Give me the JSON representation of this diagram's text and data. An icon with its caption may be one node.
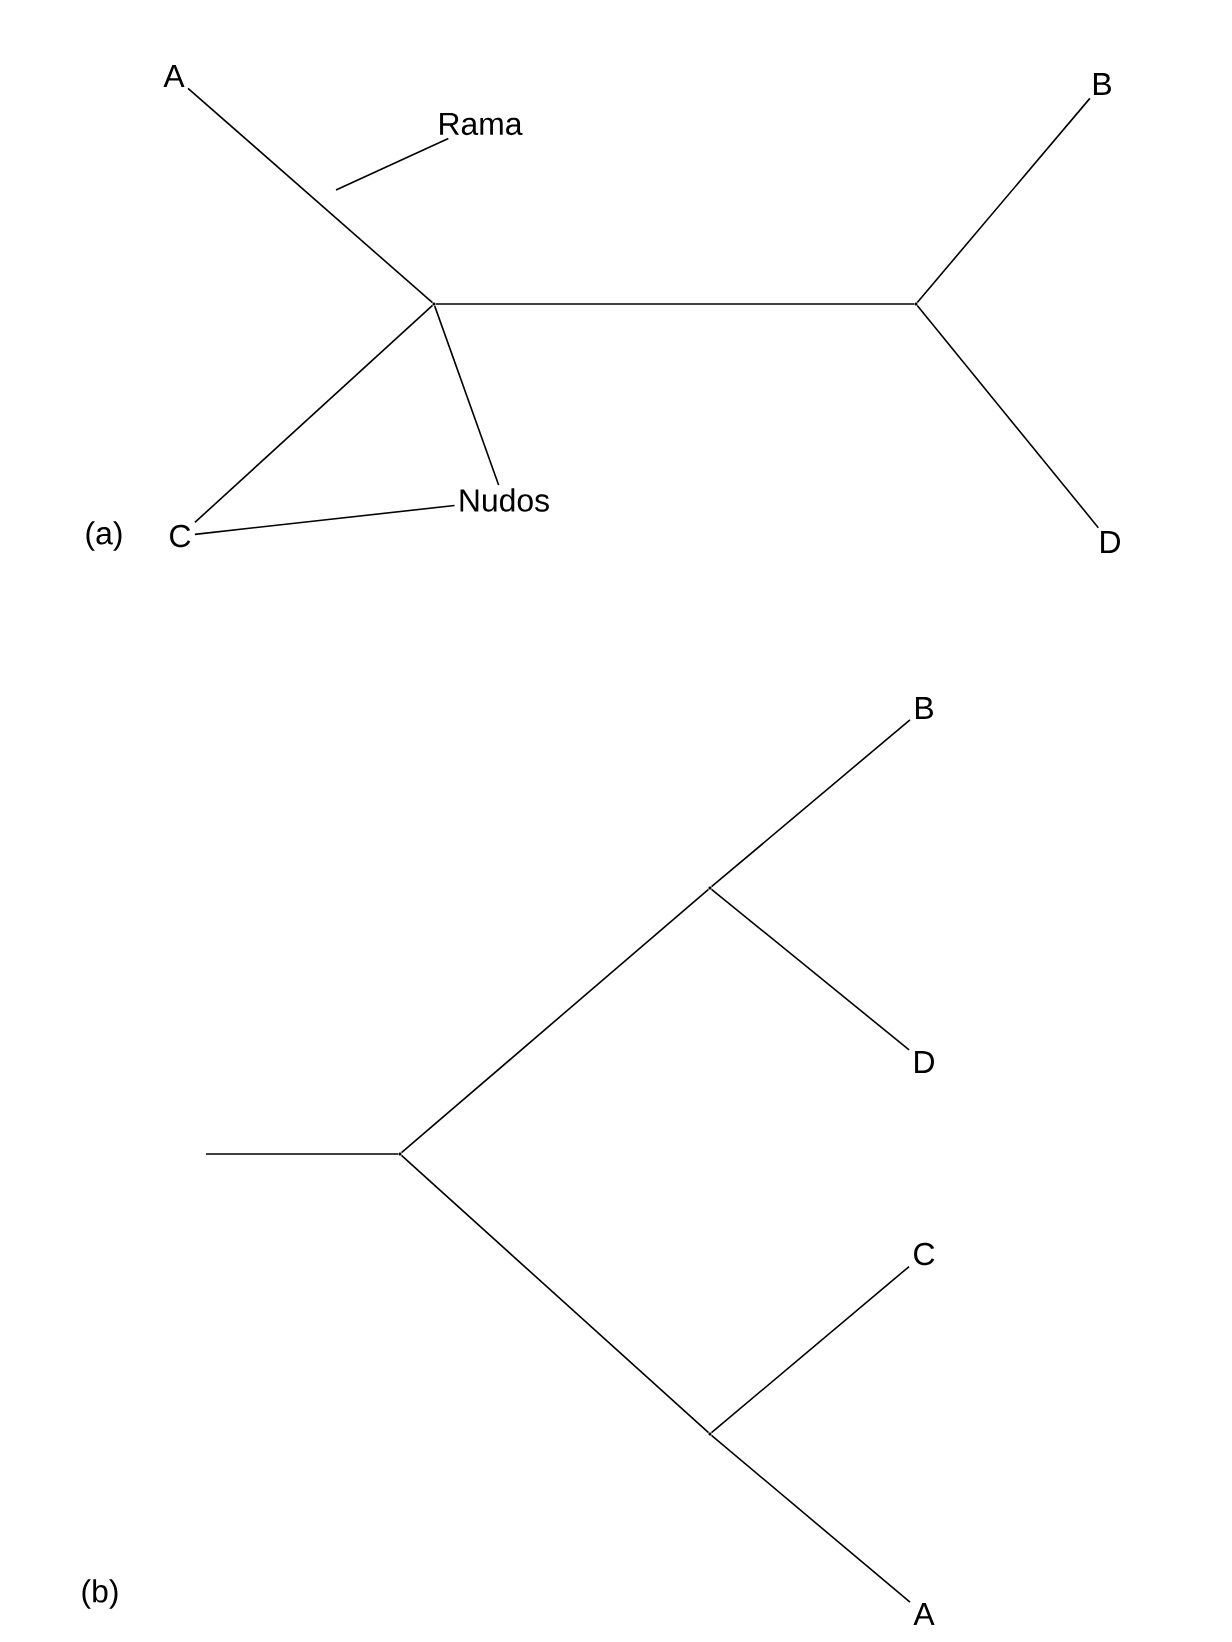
{
  "diagram": {
    "nodes": [
      {
        "text": [
          "A"
        ]
      },
      {
        "text": [
          "Rama"
        ]
      },
      {
        "text": [
          "B"
        ]
      },
      {
        "text": [],
        "shape": "point"
      },
      {
        "text": [],
        "shape": "point"
      },
      {
        "text": [
          "Nudos"
        ]
      },
      {
        "text": [
          "C"
        ]
      },
      {
        "text": [
          "D"
        ]
      },
      {
        "text": [
          "B"
        ]
      },
      {
        "text": [],
        "shape": "point"
      },
      {
        "text": [
          "D"
        ]
      },
      {
        "text": [],
        "shape": "point"
      },
      {
        "text": [
          "C"
        ]
      },
      {
        "text": [],
        "shape": "point"
      },
      {
        "text": [
          "A"
        ]
      }
    ],
    "edges": [
      {
        "from": 0,
        "to": 3,
        "arrow": "none"
      },
      {
        "from": 1,
        "to": null,
        "arrow": "none"
      },
      {
        "from": 3,
        "to": 4,
        "arrow": "none"
      },
      {
        "from": 4,
        "to": 2,
        "arrow": "none"
      },
      {
        "from": 3,
        "to": 6,
        "arrow": "none"
      },
      {
        "from": 5,
        "to": 3,
        "arrow": "none"
      },
      {
        "from": 5,
        "to": 6,
        "arrow": "none"
      },
      {
        "from": 4,
        "to": 7,
        "arrow": "none"
      },
      {
        "from": null,
        "to": 11,
        "arrow": "none"
      },
      {
        "from": 11,
        "to": 9,
        "arrow": "none"
      },
      {
        "from": 9,
        "to": 8,
        "arrow": "none"
      },
      {
        "from": 9,
        "to": 10,
        "arrow": "none"
      },
      {
        "from": 11,
        "to": 13,
        "arrow": "none"
      },
      {
        "from": 13,
        "to": 12,
        "arrow": "none"
      },
      {
        "from": 13,
        "to": 14,
        "arrow": "none"
      }
    ],
    "labels": [
      "(a)",
      "(b)"
    ]
  }
}
